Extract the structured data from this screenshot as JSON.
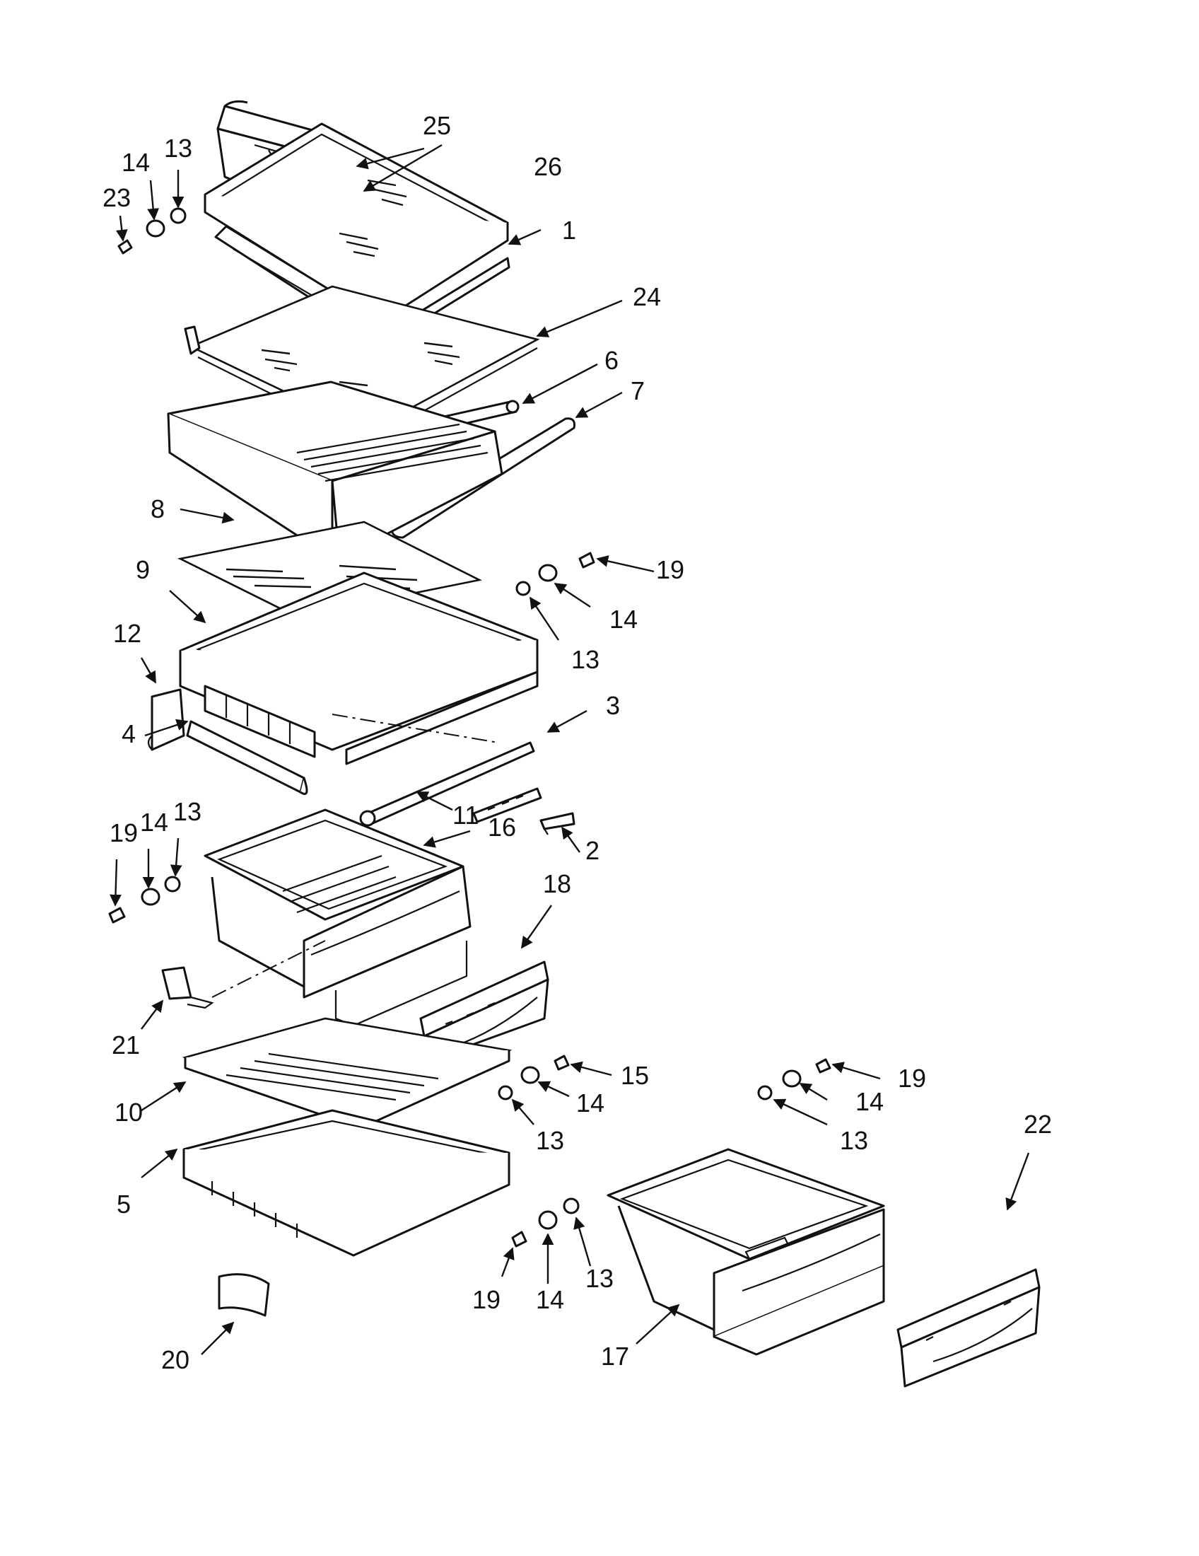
{
  "callouts": [
    {
      "id": "1",
      "label": "1"
    },
    {
      "id": "2",
      "label": "2"
    },
    {
      "id": "3",
      "label": "3"
    },
    {
      "id": "4",
      "label": "4"
    },
    {
      "id": "5",
      "label": "5"
    },
    {
      "id": "6",
      "label": "6"
    },
    {
      "id": "7",
      "label": "7"
    },
    {
      "id": "8",
      "label": "8"
    },
    {
      "id": "9",
      "label": "9"
    },
    {
      "id": "10",
      "label": "10"
    },
    {
      "id": "11",
      "label": "11"
    },
    {
      "id": "12",
      "label": "12"
    },
    {
      "id": "13a",
      "label": "13"
    },
    {
      "id": "13b",
      "label": "13"
    },
    {
      "id": "13c",
      "label": "13"
    },
    {
      "id": "13d",
      "label": "13"
    },
    {
      "id": "13e",
      "label": "13"
    },
    {
      "id": "13f",
      "label": "13"
    },
    {
      "id": "14a",
      "label": "14"
    },
    {
      "id": "14b",
      "label": "14"
    },
    {
      "id": "14c",
      "label": "14"
    },
    {
      "id": "14d",
      "label": "14"
    },
    {
      "id": "14e",
      "label": "14"
    },
    {
      "id": "14f",
      "label": "14"
    },
    {
      "id": "15",
      "label": "15"
    },
    {
      "id": "16",
      "label": "16"
    },
    {
      "id": "17",
      "label": "17"
    },
    {
      "id": "18",
      "label": "18"
    },
    {
      "id": "19a",
      "label": "19"
    },
    {
      "id": "19b",
      "label": "19"
    },
    {
      "id": "19c",
      "label": "19"
    },
    {
      "id": "19d",
      "label": "19"
    },
    {
      "id": "20",
      "label": "20"
    },
    {
      "id": "21",
      "label": "21"
    },
    {
      "id": "22",
      "label": "22"
    },
    {
      "id": "23",
      "label": "23"
    },
    {
      "id": "24",
      "label": "24"
    },
    {
      "id": "25",
      "label": "25"
    },
    {
      "id": "26",
      "label": "26"
    }
  ]
}
